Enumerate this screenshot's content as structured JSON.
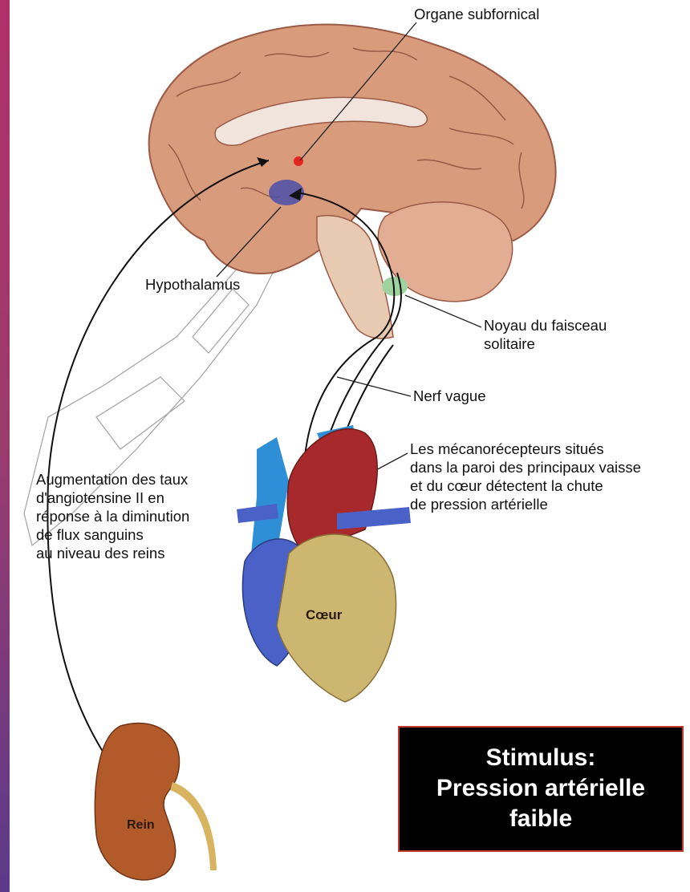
{
  "labels": {
    "organe_subfornical": "Organe subfornical",
    "hypothalamus": "Hypothalamus",
    "noyau": [
      "Noyau du faisceau",
      "solitaire"
    ],
    "nerf_vague": "Nerf vague",
    "mecanorecepteurs": [
      "Les mécanorécepteurs situés",
      "dans la paroi des principaux vaisse",
      "et du cœur détectent la chute",
      "de pression artérielle"
    ],
    "augmentation": [
      "Augmentation des taux",
      "d'angiotensine II en",
      "réponse à la diminution",
      "de flux sanguins",
      "au niveau des reins"
    ],
    "coeur": "Cœur",
    "rein": "Rein"
  },
  "stimulus": [
    "Stimulus:",
    "Pression artérielle",
    "faible"
  ],
  "colors": {
    "stripe": "#9b3b6e",
    "brain": "#d89b7c",
    "brain_dark": "#9a5a45",
    "stem": "#e8c9b1",
    "heart_red": "#a8292b",
    "heart_yellow": "#cdb670",
    "heart_blue": "#4a62c8",
    "vessel_blue": "#2e8fd6",
    "kidney": "#b25a2a",
    "ureter": "#d8b360",
    "organ_dot": "#e3261f",
    "hypothalamus": "#4a4fa8",
    "noyau": "#9ed29e",
    "stimulus_border": "#c0392b"
  }
}
